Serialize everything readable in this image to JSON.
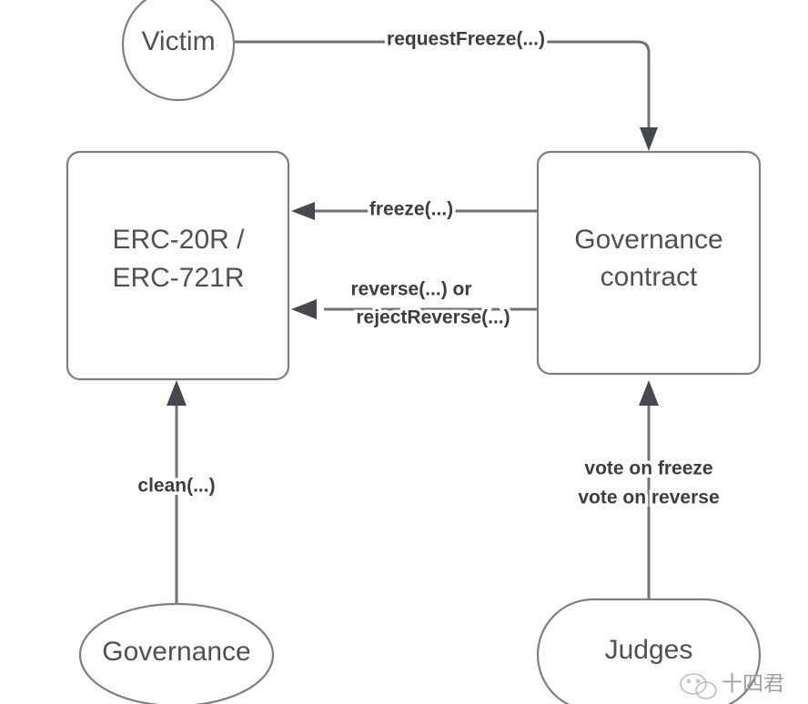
{
  "diagram": {
    "title": "ERC-20R / ERC-721R reversible token governance flow",
    "colors": {
      "background": "#ffffff",
      "node_stroke": "#7b7f84",
      "node_fill": "#ffffff",
      "node_text": "#4d5156",
      "edge_stroke": "#6e7277",
      "edge_arrow": "#45494e",
      "edge_label_text": "#3a3d41",
      "watermark": "#9aa0a6"
    },
    "nodes": [
      {
        "id": "victim",
        "label": "Victim",
        "shape": "circle"
      },
      {
        "id": "erc",
        "label_line1": "ERC-20R /",
        "label_line2": "ERC-721R",
        "shape": "rounded-rectangle"
      },
      {
        "id": "governance_contract",
        "label_line1": "Governance",
        "label_line2": "contract",
        "shape": "rounded-rectangle"
      },
      {
        "id": "governance",
        "label": "Governance",
        "shape": "ellipse"
      },
      {
        "id": "judges",
        "label": "Judges",
        "shape": "stadium"
      }
    ],
    "edges": [
      {
        "id": "request-freeze",
        "from": "victim",
        "to": "governance_contract",
        "label": "requestFreeze(...)"
      },
      {
        "id": "freeze",
        "from": "governance_contract",
        "to": "erc",
        "label": "freeze(...)"
      },
      {
        "id": "reverse",
        "from": "governance_contract",
        "to": "erc",
        "label_line1": "reverse(...) or",
        "label_line2": "rejectReverse(...)"
      },
      {
        "id": "clean",
        "from": "governance",
        "to": "erc",
        "label": "clean(...)"
      },
      {
        "id": "vote",
        "from": "judges",
        "to": "governance_contract",
        "label_line1": "vote on freeze",
        "label_line2": "vote on reverse"
      }
    ],
    "watermark": {
      "text": "十四君",
      "logo_name": "wechat-official-account-logo"
    }
  }
}
